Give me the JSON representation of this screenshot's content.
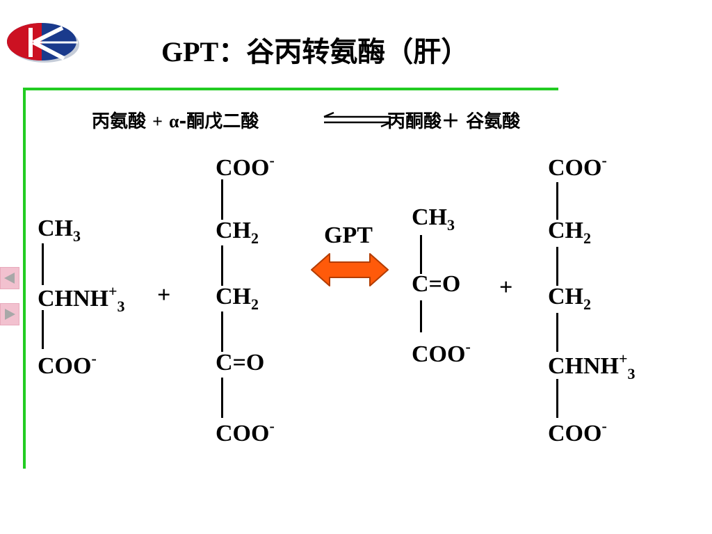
{
  "slide": {
    "title_latin": "GPT",
    "title_cjk": "：谷丙转氨酶（肝）"
  },
  "equation": {
    "left_part1": "丙氨酸",
    "left_plus": "+",
    "left_alpha": "α",
    "left_part2": "-酮戊二酸",
    "right_part1": "丙酮酸＋",
    "right_part2": "谷氨酸"
  },
  "enzyme_label": "GPT",
  "plus": "+",
  "structures": {
    "alanine": {
      "ch3": "CH",
      "ch3_sub": "3",
      "chnh3": "CHNH",
      "chnh3_sup": "+",
      "chnh3_sub": "3",
      "coo": "COO",
      "coo_sup": "-"
    },
    "ketoglutarate": {
      "coo_top": "COO",
      "coo_top_sup": "-",
      "ch2_a": "CH",
      "ch2_a_sub": "2",
      "ch2_b": "CH",
      "ch2_b_sub": "2",
      "co": "C=O",
      "coo_bottom": "COO",
      "coo_bottom_sup": "-"
    },
    "pyruvate": {
      "ch3": "CH",
      "ch3_sub": "3",
      "co": "C=O",
      "coo": "COO",
      "coo_sup": "-"
    },
    "glutamate": {
      "coo_top": "COO",
      "coo_top_sup": "-",
      "ch2_a": "CH",
      "ch2_a_sub": "2",
      "ch2_b": "CH",
      "ch2_b_sub": "2",
      "chnh3": "CHNH",
      "chnh3_sup": "+",
      "chnh3_sub": "3",
      "coo_bottom": "COO",
      "coo_bottom_sup": "-"
    }
  },
  "colors": {
    "frame": "#22cc22",
    "arrow_fill": "#ff5a0a",
    "arrow_stroke": "#b23c00",
    "logo_red": "#cc1122",
    "logo_blue": "#1a3a8c",
    "nav_button": "#f2c1cf"
  },
  "icons": [
    "logo-emblem",
    "double-harpoon-arrow-icon",
    "orange-double-arrow-icon",
    "previous-triangle-icon",
    "next-triangle-icon"
  ]
}
